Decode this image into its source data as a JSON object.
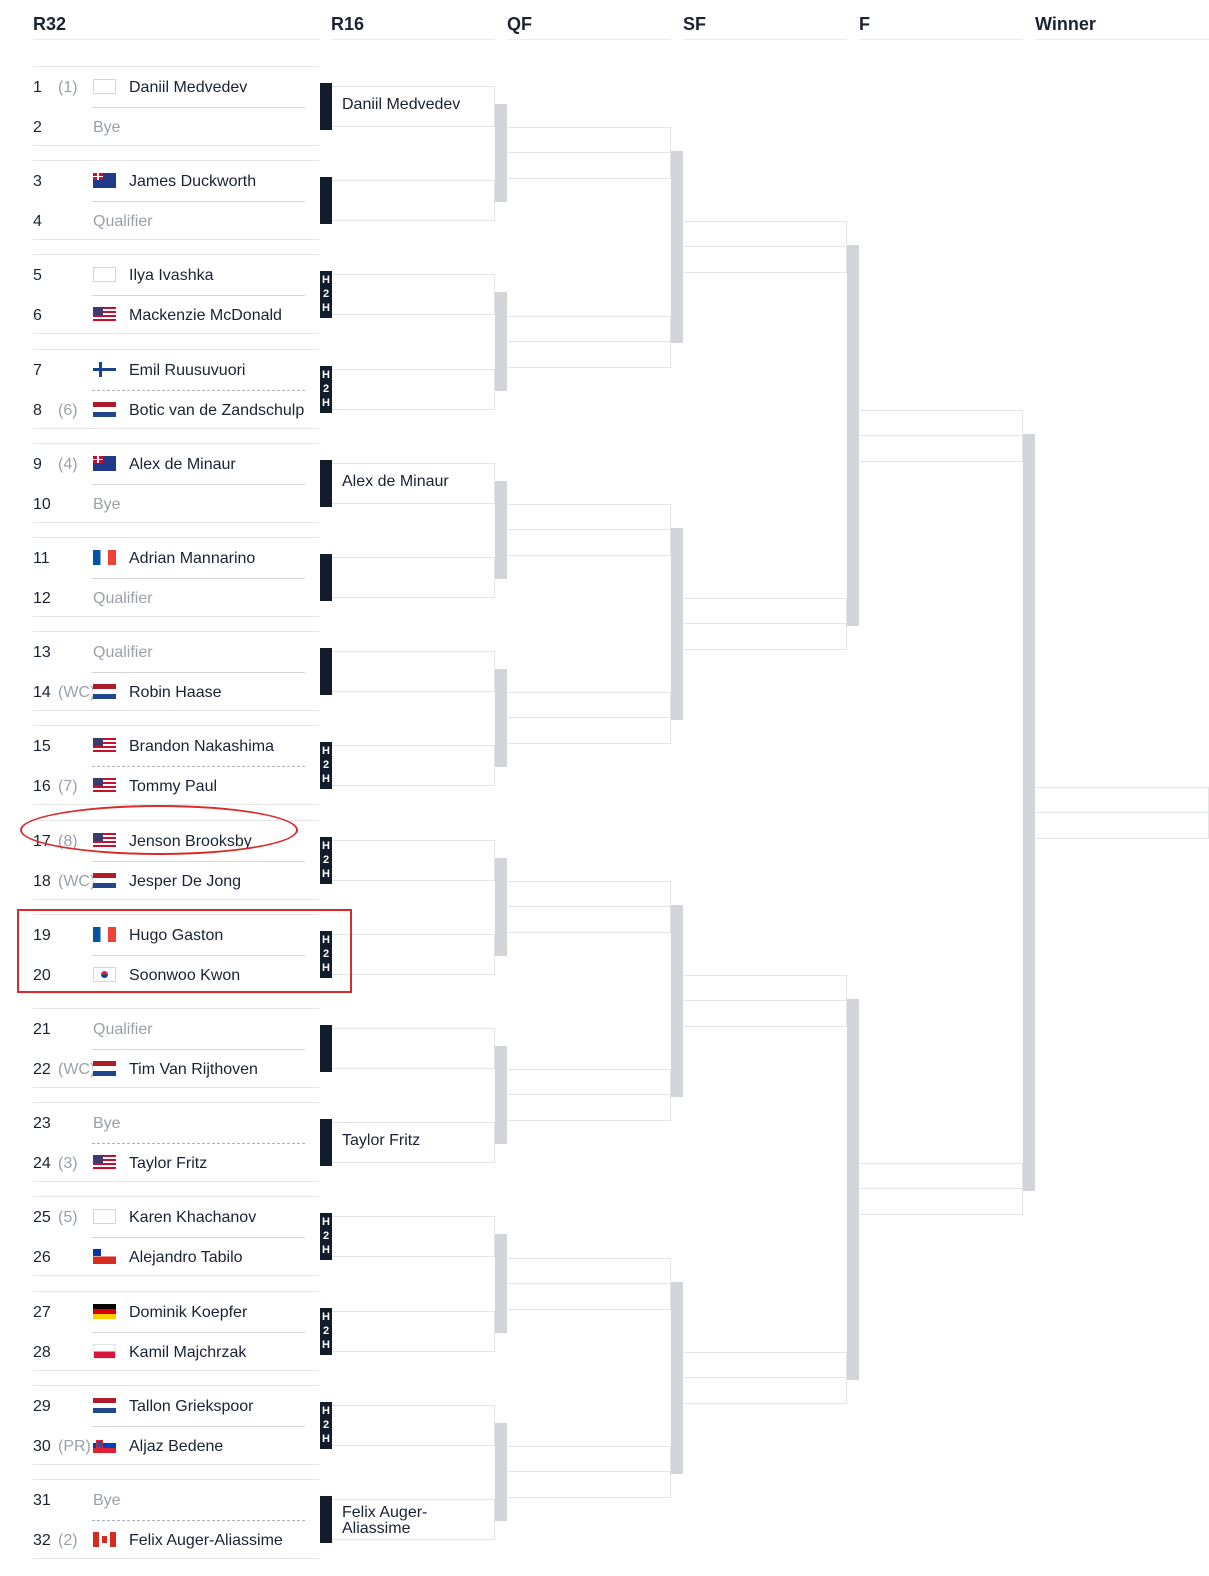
{
  "headers": [
    "R32",
    "R16",
    "QF",
    "SF",
    "F",
    "Winner"
  ],
  "h2h_label": [
    "H",
    "2",
    "H"
  ],
  "r32": [
    {
      "a": {
        "num": "1",
        "seed": "(1)",
        "flag": "blank",
        "name": "Daniil Medvedev"
      },
      "b": {
        "num": "2",
        "seed": "",
        "flag": "",
        "name": "Bye",
        "muted": true
      },
      "sep": "solid",
      "h2h": "bar"
    },
    {
      "a": {
        "num": "3",
        "seed": "",
        "flag": "aus",
        "name": "James Duckworth"
      },
      "b": {
        "num": "4",
        "seed": "",
        "flag": "",
        "name": "Qualifier",
        "muted": true
      },
      "sep": "solid",
      "h2h": "bar"
    },
    {
      "a": {
        "num": "5",
        "seed": "",
        "flag": "blank",
        "name": "Ilya Ivashka"
      },
      "b": {
        "num": "6",
        "seed": "",
        "flag": "usa",
        "name": "Mackenzie McDonald"
      },
      "sep": "solid",
      "h2h": "h2h"
    },
    {
      "a": {
        "num": "7",
        "seed": "",
        "flag": "fin",
        "name": "Emil Ruusuvuori"
      },
      "b": {
        "num": "8",
        "seed": "(6)",
        "flag": "ned",
        "name": "Botic van de Zandschulp"
      },
      "sep": "dotted",
      "h2h": "h2h"
    },
    {
      "a": {
        "num": "9",
        "seed": "(4)",
        "flag": "aus",
        "name": "Alex de Minaur"
      },
      "b": {
        "num": "10",
        "seed": "",
        "flag": "",
        "name": "Bye",
        "muted": true
      },
      "sep": "solid",
      "h2h": "bar"
    },
    {
      "a": {
        "num": "11",
        "seed": "",
        "flag": "fra",
        "name": "Adrian Mannarino"
      },
      "b": {
        "num": "12",
        "seed": "",
        "flag": "",
        "name": "Qualifier",
        "muted": true
      },
      "sep": "solid",
      "h2h": "bar"
    },
    {
      "a": {
        "num": "13",
        "seed": "",
        "flag": "",
        "name": "Qualifier",
        "muted": true
      },
      "b": {
        "num": "14",
        "seed": "(WC)",
        "flag": "ned",
        "name": "Robin Haase"
      },
      "sep": "solid",
      "h2h": "bar"
    },
    {
      "a": {
        "num": "15",
        "seed": "",
        "flag": "usa",
        "name": "Brandon Nakashima"
      },
      "b": {
        "num": "16",
        "seed": "(7)",
        "flag": "usa",
        "name": "Tommy Paul"
      },
      "sep": "dotted",
      "h2h": "h2h"
    },
    {
      "a": {
        "num": "17",
        "seed": "(8)",
        "flag": "usa",
        "name": "Jenson Brooksby"
      },
      "b": {
        "num": "18",
        "seed": "(WC)",
        "flag": "ned",
        "name": "Jesper De Jong"
      },
      "sep": "solid",
      "h2h": "h2h"
    },
    {
      "a": {
        "num": "19",
        "seed": "",
        "flag": "fra",
        "name": "Hugo Gaston"
      },
      "b": {
        "num": "20",
        "seed": "",
        "flag": "kor",
        "name": "Soonwoo Kwon"
      },
      "sep": "solid",
      "h2h": "h2h"
    },
    {
      "a": {
        "num": "21",
        "seed": "",
        "flag": "",
        "name": "Qualifier",
        "muted": true
      },
      "b": {
        "num": "22",
        "seed": "(WC)",
        "flag": "ned",
        "name": "Tim Van Rijthoven"
      },
      "sep": "solid",
      "h2h": "bar"
    },
    {
      "a": {
        "num": "23",
        "seed": "",
        "flag": "",
        "name": "Bye",
        "muted": true
      },
      "b": {
        "num": "24",
        "seed": "(3)",
        "flag": "usa",
        "name": "Taylor Fritz"
      },
      "sep": "dotted",
      "h2h": "bar"
    },
    {
      "a": {
        "num": "25",
        "seed": "(5)",
        "flag": "blank",
        "name": "Karen Khachanov"
      },
      "b": {
        "num": "26",
        "seed": "",
        "flag": "chi",
        "name": "Alejandro Tabilo"
      },
      "sep": "solid",
      "h2h": "h2h"
    },
    {
      "a": {
        "num": "27",
        "seed": "",
        "flag": "ger",
        "name": "Dominik Koepfer"
      },
      "b": {
        "num": "28",
        "seed": "",
        "flag": "pol",
        "name": "Kamil Majchrzak"
      },
      "sep": "solid",
      "h2h": "h2h"
    },
    {
      "a": {
        "num": "29",
        "seed": "",
        "flag": "ned",
        "name": "Tallon Griekspoor"
      },
      "b": {
        "num": "30",
        "seed": "(PR)",
        "flag": "slo",
        "name": "Aljaz Bedene"
      },
      "sep": "solid",
      "h2h": "h2h"
    },
    {
      "a": {
        "num": "31",
        "seed": "",
        "flag": "",
        "name": "Bye",
        "muted": true
      },
      "b": {
        "num": "32",
        "seed": "(2)",
        "flag": "can",
        "name": "Felix Auger-Aliassime"
      },
      "sep": "dotted",
      "h2h": "bar"
    }
  ],
  "r16": [
    "Daniil Medvedev",
    "",
    "",
    "",
    "Alex de Minaur",
    "",
    "",
    "",
    "",
    "",
    "",
    "Taylor Fritz",
    "",
    "",
    "",
    "Felix Auger-\nAliassime"
  ],
  "colors": {
    "annotation": "#d92b2b",
    "h2h_bg": "#131c2b",
    "connector": "#d2d4d7"
  }
}
